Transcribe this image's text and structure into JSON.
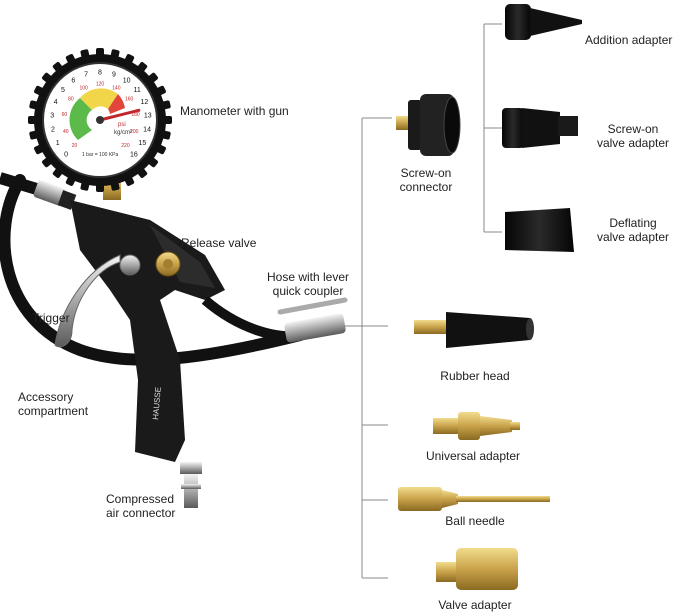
{
  "labels": {
    "manometer": "Manometer with gun",
    "release_valve": "Release valve",
    "hose_coupler": "Hose with lever\nquick coupler",
    "trigger": "Trigger",
    "accessory": "Accessory\ncompartment",
    "compressed": "Compressed\nair connector",
    "screw_on_connector": "Screw-on\nconnector",
    "addition_adapter": "Addition adapter",
    "screw_on_valve_adapter": "Screw-on\nvalve adapter",
    "deflating_valve_adapter": "Deflating\nvalve adapter",
    "rubber_head": "Rubber head",
    "universal_adapter": "Universal adapter",
    "ball_needle": "Ball needle",
    "valve_adapter": "Valve adapter"
  },
  "gauge": {
    "outer_numbers": [
      "0",
      "1",
      "2",
      "3",
      "4",
      "5",
      "6",
      "7",
      "8",
      "9",
      "10",
      "11",
      "12",
      "13",
      "14",
      "15",
      "16"
    ],
    "inner_numbers": [
      "20",
      "40",
      "60",
      "80",
      "100",
      "120",
      "140",
      "160",
      "180",
      "200",
      "220"
    ],
    "unit_top": "psi",
    "unit_bottom": "kg/cm²",
    "footnote": "1 bar = 100 KPa",
    "needle_value_bar": 12.5
  },
  "brand": "HAUSSE",
  "colors": {
    "line": "#888888",
    "brass": "#c9a24a",
    "rubber": "#111111"
  }
}
